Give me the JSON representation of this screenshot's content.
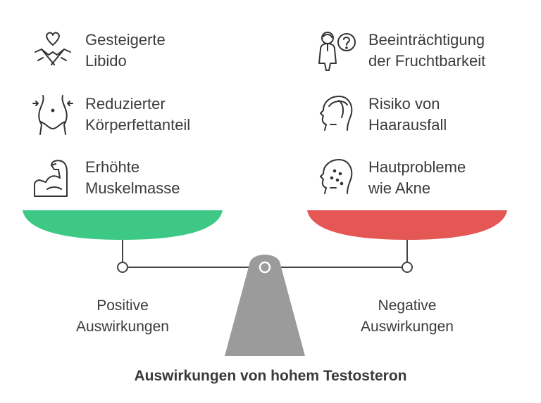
{
  "left_items": [
    {
      "line1": "Gesteigerte",
      "line2": "Libido",
      "icon": "libido-icon"
    },
    {
      "line1": "Reduzierter",
      "line2": "Körperfettanteil",
      "icon": "waist-icon"
    },
    {
      "line1": "Erhöhte",
      "line2": "Muskelmasse",
      "icon": "muscle-arm-icon"
    }
  ],
  "right_items": [
    {
      "line1": "Beeinträchtigung",
      "line2": "der Fruchtbarkeit",
      "icon": "fertility-question-icon"
    },
    {
      "line1": "Risiko von",
      "line2": "Haarausfall",
      "icon": "hair-loss-head-icon"
    },
    {
      "line1": "Hautprobleme",
      "line2": "wie Akne",
      "icon": "acne-face-icon"
    }
  ],
  "positive": {
    "line1": "Positive",
    "line2": "Auswirkungen"
  },
  "negative": {
    "line1": "Negative",
    "line2": "Auswirkungen"
  },
  "title": "Auswirkungen von hohem Testosteron",
  "colors": {
    "positive_pan": "#3ec885",
    "negative_pan": "#e45755",
    "stand": "#9b9b9b",
    "line": "#444444"
  }
}
